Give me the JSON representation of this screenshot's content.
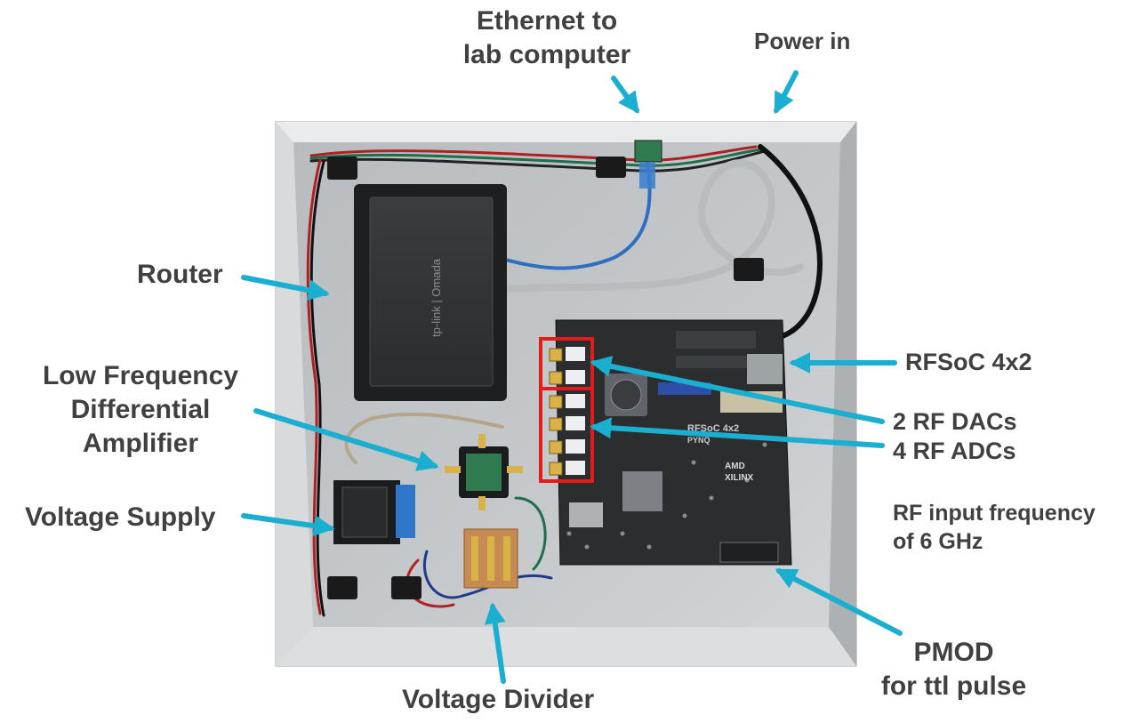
{
  "labels": {
    "ethernet_line1": "Ethernet to",
    "ethernet_line2": "lab computer",
    "power": "Power in",
    "router": "Router",
    "lfda_line1": "Low Frequency",
    "lfda_line2": "Differential",
    "lfda_line3": "Amplifier",
    "voltage_supply": "Voltage Supply",
    "voltage_divider": "Voltage Divider",
    "rfsoc": "RFSoC 4x2",
    "dacs": "2 RF DACs",
    "adcs": "4 RF ADCs",
    "rf_freq_line1": "RF input frequency",
    "rf_freq_line2": "of 6 GHz",
    "pmod_line1": "PMOD",
    "pmod_line2": "for ttl pulse"
  },
  "device_markings": {
    "router_brand": "tp-link | Omada",
    "board_name": "RFSoC 4x2",
    "board_sub": "PYNQ",
    "chip_brand1": "AMD",
    "chip_brand2": "XILINX"
  },
  "colors": {
    "arrow": "#1aaed0",
    "highlight_box": "#e21b1b",
    "label_text": "#404040",
    "enclosure": "#c9ccce",
    "pcb": "#2b2d2f",
    "router_body": "#1e1f21"
  },
  "icons": {
    "arrows": "arrow-icon",
    "highlight": "red-rectangle-icon"
  }
}
